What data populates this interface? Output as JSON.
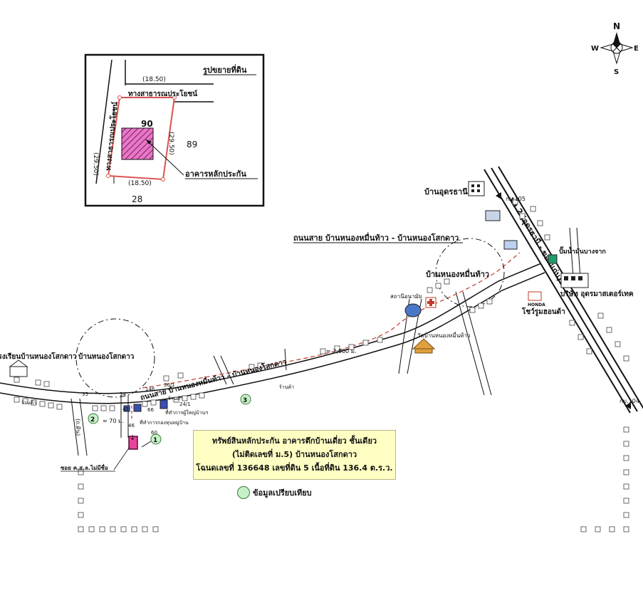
{
  "inset": {
    "title": "รูปขยายที่ดิน",
    "plot_number": "90",
    "neighbor_east": "89",
    "neighbor_south": "28",
    "road_north": "ทางสาธารณประโยชน์",
    "road_west": "ทางสาธารณประโยชน์",
    "dim_top": "(18.50)",
    "dim_bottom": "(18.50)",
    "dim_left": "(29.50)",
    "dim_right": "(29.50)",
    "building_label": "อาคารหลักประกัน"
  },
  "compass": {
    "n": "N",
    "s": "S",
    "e": "E",
    "w": "W"
  },
  "labels": {
    "village_udon": "บ้านอุดรธานี",
    "km105": "กม.105",
    "km104": "กม.104",
    "road_title": "ถนนสาย บ้านหนองหมื่นท้าว - บ้านหนองโสกดาว",
    "village_nongmuen": "บ้านหนองหมื่นท้าว",
    "gas_station": "ปั๊มน้ำมันบางจาก",
    "company": "บริษัท อุดรมาสเตอร์เทค",
    "honda_showroom": "โชว์รูมฮอนด้า",
    "honda_logo": "HONDA",
    "health_station": "สถานีอนามัย",
    "temple": "วัดบ้านหนองหมื่นท้าว",
    "school": "โรงเรียนบ้านหนองโสกดาว",
    "village_nongsok": "บ้านหนองโสกดาว",
    "distance_2800": "≈ 2,800 ม.",
    "distance_70": "≈ 70 ม.",
    "road_label_lower": "ถนนสาย บ้านหนองหมื่นท้าว - บ้านหนองโสกดาว",
    "highway_label": "ทล.2 (อุดรธานี - ขอนแก่น)",
    "headman_office": "ที่ทำการผู้ใหญ่บ้านฯ",
    "fund_office": "ที่ทำการกองทุนหมู่บ้าน",
    "shop1": "ร้านค้า",
    "shop2": "ร้านค้า",
    "shop3": "ร้านค้า",
    "soi_label": "ซอย ค.ส.ล.ไม่มีชื่อ",
    "house_35": "35",
    "house_34": "34",
    "house_146": "146",
    "house_36_1": "36/1",
    "house_24_1": "24/1",
    "house_66": "66",
    "house_46": "46",
    "house_60": "60",
    "house_45": "45",
    "road_left": "(ถ.ดิน)",
    "marker1": "1",
    "marker2": "2",
    "marker3": "3"
  },
  "callout": {
    "line1": "ทรัพย์สินหลักประกัน อาคารตึกบ้านเดี่ยว ชั้นเดียว",
    "line2": "(ไม่ติดเลขที่ ม.5) บ้านหนองโสกดาว",
    "line3": "โฉนดเลขที่ 136648 เลขที่ดิน 5 เนื้อที่ดิน 136.4 ต.ร.ว."
  },
  "legend": {
    "label": "ข้อมูลเปรียบเทียบ"
  },
  "colors": {
    "property": "#e8449a",
    "plot_border": "#d9534f",
    "route": "#c0392b",
    "comparison": "#c8f0c8",
    "callout_bg": "#ffffc4"
  }
}
